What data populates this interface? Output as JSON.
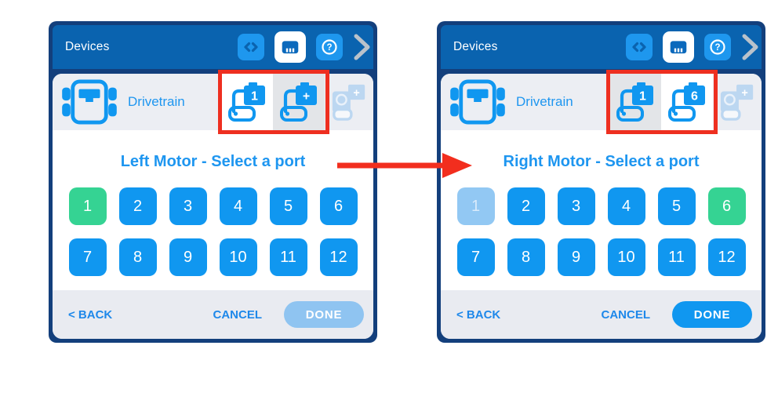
{
  "colors": {
    "header_blue": "#0A63AF",
    "frame_navy": "#133F7C",
    "accent_blue": "#1097F0",
    "port_green": "#35D393",
    "port_disabled_blue": "#92C8F3",
    "text_blue": "#1E96F0",
    "footer_link_blue": "#1E88EA",
    "annotation_red": "#EE2F20",
    "device_row_bg": "#ECEEF3",
    "footer_bg": "#E9EBF1",
    "tile_idle_bg": "#E3E5E8"
  },
  "panels": [
    {
      "header": {
        "title": "Devices"
      },
      "device_row": {
        "label": "Drivetrain",
        "tiles": [
          {
            "badge": "1",
            "state": "tile-active"
          },
          {
            "badge": "+",
            "state": "tile-idle"
          },
          {
            "badge": "+",
            "state": "tile-ghost"
          }
        ]
      },
      "prompt": "Left Motor - Select a port",
      "ports": [
        {
          "n": "1",
          "state": "port-selected"
        },
        {
          "n": "2",
          "state": "port-normal"
        },
        {
          "n": "3",
          "state": "port-normal"
        },
        {
          "n": "4",
          "state": "port-normal"
        },
        {
          "n": "5",
          "state": "port-normal"
        },
        {
          "n": "6",
          "state": "port-normal"
        },
        {
          "n": "7",
          "state": "port-normal"
        },
        {
          "n": "8",
          "state": "port-normal"
        },
        {
          "n": "9",
          "state": "port-normal"
        },
        {
          "n": "10",
          "state": "port-normal"
        },
        {
          "n": "11",
          "state": "port-normal"
        },
        {
          "n": "12",
          "state": "port-normal"
        }
      ],
      "footer": {
        "back_label": "< BACK",
        "cancel_label": "CANCEL",
        "done_label": "DONE",
        "done_state": "done-disabled"
      }
    },
    {
      "header": {
        "title": "Devices"
      },
      "device_row": {
        "label": "Drivetrain",
        "tiles": [
          {
            "badge": "1",
            "state": "tile-idle"
          },
          {
            "badge": "6",
            "state": "tile-active"
          },
          {
            "badge": "+",
            "state": "tile-ghost"
          }
        ]
      },
      "prompt": "Right Motor - Select a port",
      "ports": [
        {
          "n": "1",
          "state": "port-disabled"
        },
        {
          "n": "2",
          "state": "port-normal"
        },
        {
          "n": "3",
          "state": "port-normal"
        },
        {
          "n": "4",
          "state": "port-normal"
        },
        {
          "n": "5",
          "state": "port-normal"
        },
        {
          "n": "6",
          "state": "port-selected"
        },
        {
          "n": "7",
          "state": "port-normal"
        },
        {
          "n": "8",
          "state": "port-normal"
        },
        {
          "n": "9",
          "state": "port-normal"
        },
        {
          "n": "10",
          "state": "port-normal"
        },
        {
          "n": "11",
          "state": "port-normal"
        },
        {
          "n": "12",
          "state": "port-normal"
        }
      ],
      "footer": {
        "back_label": "< BACK",
        "cancel_label": "CANCEL",
        "done_label": "DONE",
        "done_state": "done-enabled"
      }
    }
  ]
}
